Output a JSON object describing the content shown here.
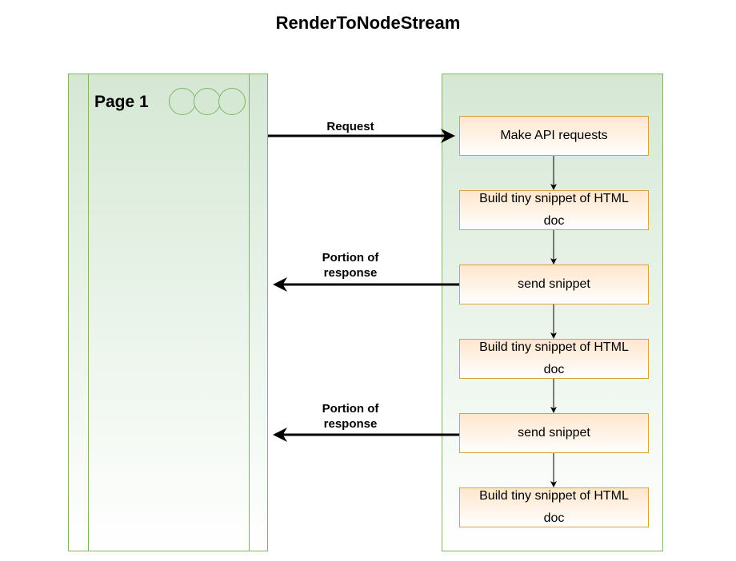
{
  "title": "RenderToNodeStream",
  "client": {
    "label": "Page 1"
  },
  "server": {
    "steps": [
      {
        "label": "Make API requests"
      },
      {
        "label": "Build tiny snippet of HTML doc"
      },
      {
        "label": "send snippet"
      },
      {
        "label": "Build tiny snippet of HTML doc"
      },
      {
        "label": "send snippet"
      },
      {
        "label": "Build tiny snippet of HTML doc"
      }
    ]
  },
  "arrows": {
    "request": "Request",
    "response_1": "Portion of response",
    "response_2": "Portion of response"
  },
  "colors": {
    "green_fill": "#d5e8d4",
    "green_stroke": "#82b366",
    "orange_fill": "#ffe6cc",
    "orange_stroke": "#d6a43a"
  }
}
